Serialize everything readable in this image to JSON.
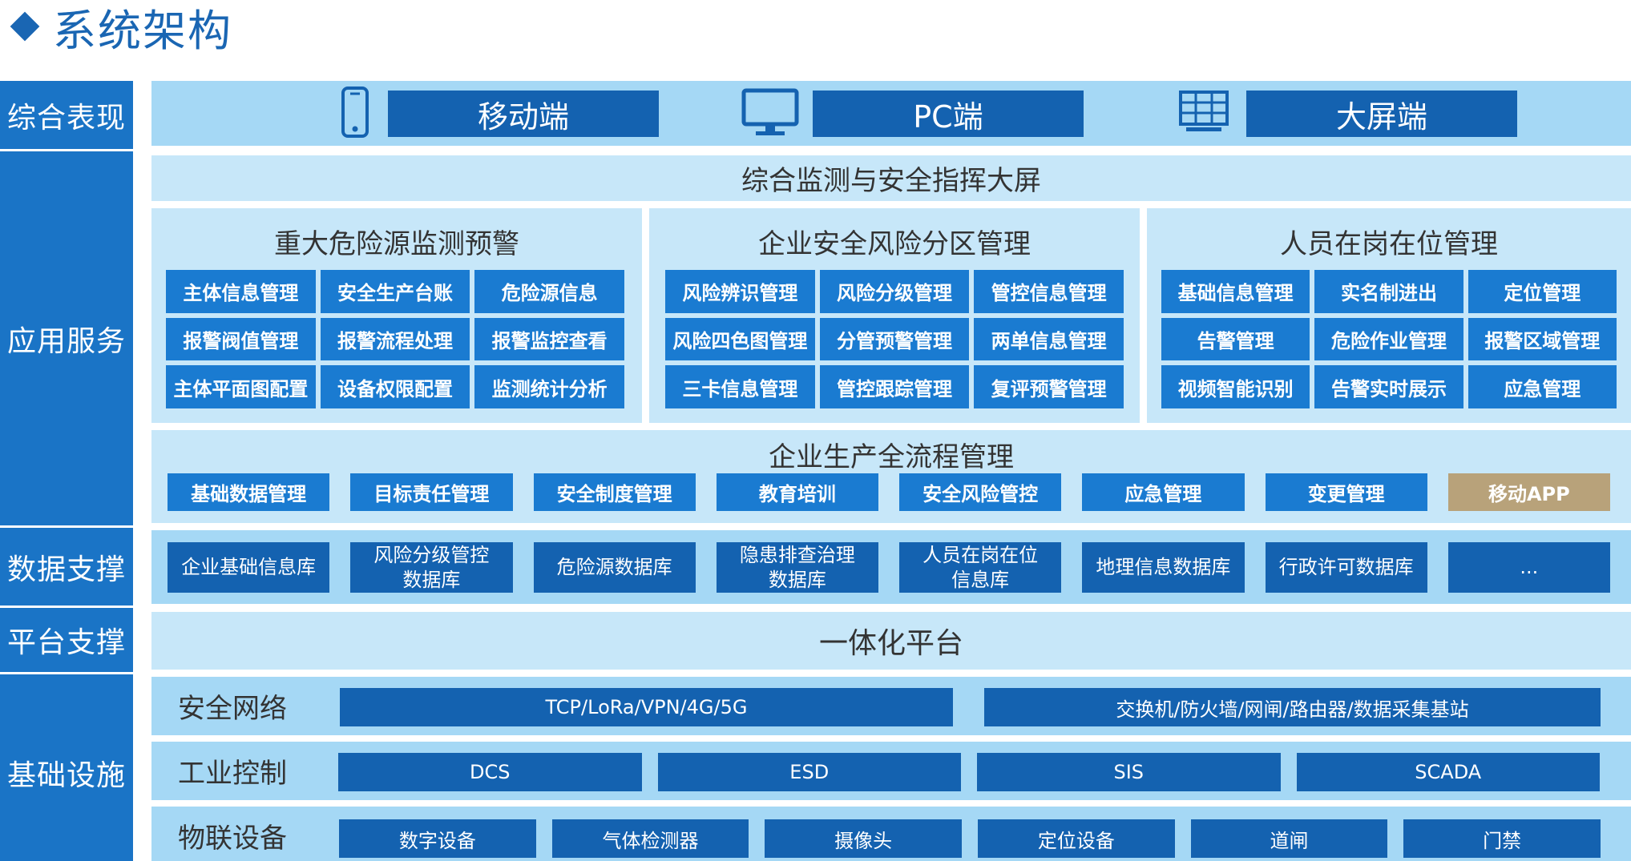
{
  "title": "系统架构",
  "categories": {
    "presentation": "综合表现",
    "application": "应用服务",
    "data": "数据支撑",
    "platform": "平台支撑",
    "infrastructure": "基础设施"
  },
  "presentation": {
    "mobile": "移动端",
    "pc": "PC端",
    "bigscreen": "大屏端"
  },
  "monitor_banner": "综合监测与安全指挥大屏",
  "panels": [
    {
      "title": "重大危险源监测预警",
      "items": [
        "主体信息管理",
        "安全生产台账",
        "危险源信息",
        "报警阀值管理",
        "报警流程处理",
        "报警监控查看",
        "主体平面图配置",
        "设备权限配置",
        "监测统计分析"
      ]
    },
    {
      "title": "企业安全风险分区管理",
      "items": [
        "风险辨识管理",
        "风险分级管理",
        "管控信息管理",
        "风险四色图管理",
        "分管预警管理",
        "两单信息管理",
        "三卡信息管理",
        "管控跟踪管理",
        "复评预警管理"
      ]
    },
    {
      "title": "人员在岗在位管理",
      "items": [
        "基础信息管理",
        "实名制进出",
        "定位管理",
        "告警管理",
        "危险作业管理",
        "报警区域管理",
        "视频智能识别",
        "告警实时展示",
        "应急管理"
      ]
    }
  ],
  "process": {
    "title": "企业生产全流程管理",
    "items": [
      "基础数据管理",
      "目标责任管理",
      "安全制度管理",
      "教育培训",
      "安全风险管控",
      "应急管理",
      "变更管理",
      "移动APP"
    ]
  },
  "databases": [
    "企业基础信息库",
    "风险分级管控\n数据库",
    "危险源数据库",
    "隐患排查治理\n数据库",
    "人员在岗在位\n信息库",
    "地理信息数据库",
    "行政许可数据库",
    "..."
  ],
  "platform": "一体化平台",
  "infra": {
    "network": {
      "label": "安全网络",
      "items": [
        "TCP/LoRa/VPN/4G/5G",
        "交换机/防火墙/网闸/路由器/数据采集基站"
      ]
    },
    "control": {
      "label": "工业控制",
      "items": [
        "DCS",
        "ESD",
        "SIS",
        "SCADA"
      ]
    },
    "iot": {
      "label": "物联设备",
      "items": [
        "数字设备",
        "气体检测器",
        "摄像头",
        "定位设备",
        "道闸",
        "门禁"
      ]
    }
  },
  "colors": {
    "accent": "#1a66b3",
    "category": "#1a74c6",
    "box_dark": "#1462b0",
    "box_mid": "#1a7bd1",
    "band": "#a5d8f5",
    "panel": "#c7e7f9",
    "gold": "#b8a27a"
  },
  "icons": [
    "mobile-phone-icon",
    "monitor-icon",
    "screen-grid-icon"
  ]
}
